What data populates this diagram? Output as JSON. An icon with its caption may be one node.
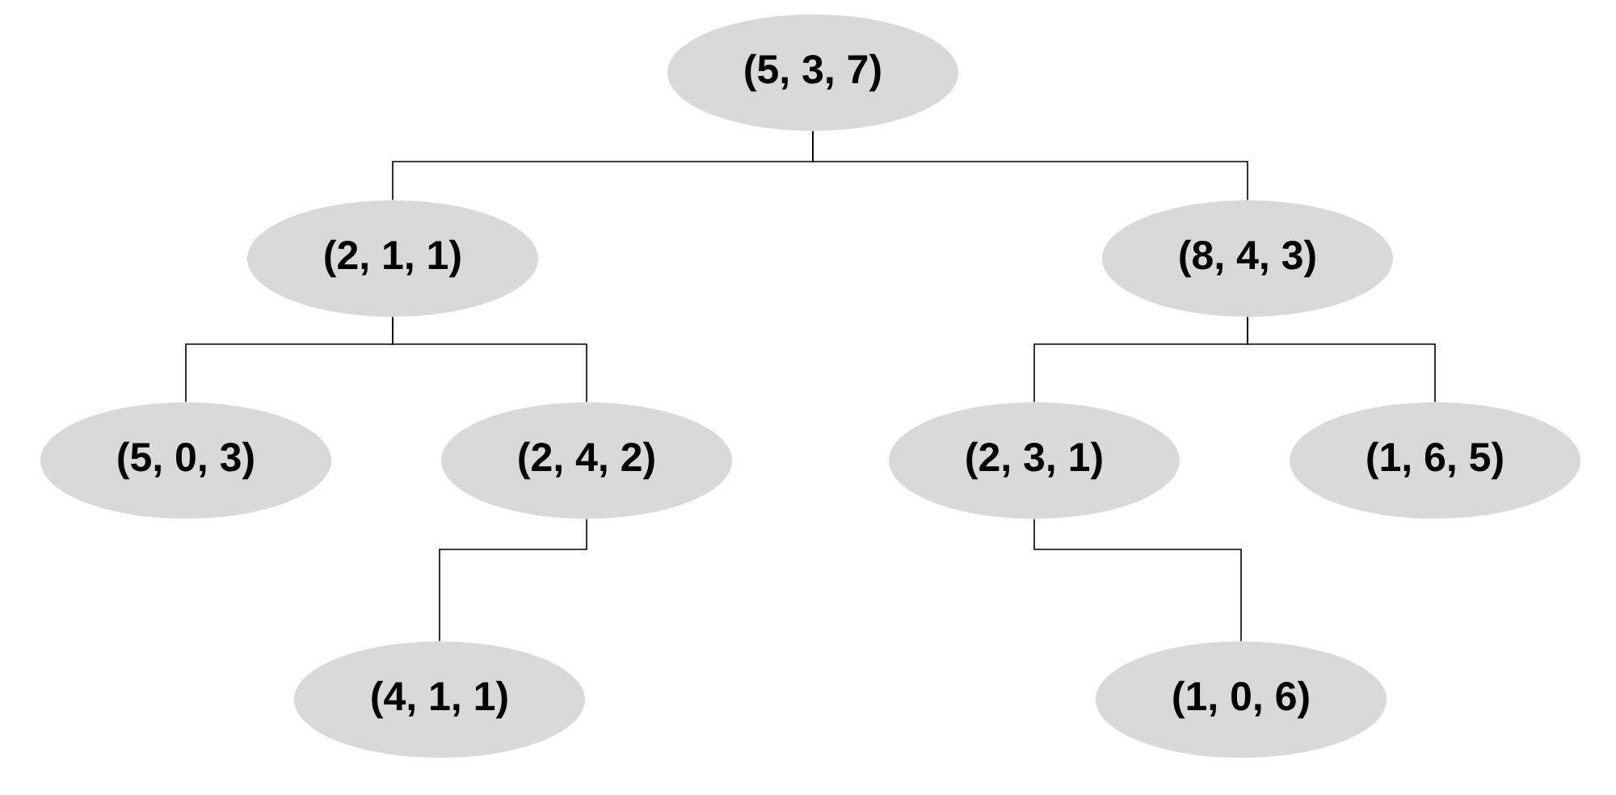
{
  "diagram": {
    "nodes": [
      {
        "text": [
          "(5, 3, 7)"
        ]
      },
      {
        "text": [
          "(2, 1, 1)"
        ]
      },
      {
        "text": [
          "(8, 4, 3)"
        ]
      },
      {
        "text": [
          "(5, 0, 3)"
        ]
      },
      {
        "text": [
          "(2, 4, 2)"
        ]
      },
      {
        "text": [
          "(2, 3, 1)"
        ]
      },
      {
        "text": [
          "(1, 6, 5)"
        ]
      },
      {
        "text": [
          "(4, 1, 1)"
        ]
      },
      {
        "text": [
          "(1, 0, 6)"
        ]
      }
    ],
    "edges": [
      {
        "from": 0,
        "to": 1,
        "arrow": "none"
      },
      {
        "from": 0,
        "to": 2,
        "arrow": "none"
      },
      {
        "from": 1,
        "to": 3,
        "arrow": "none"
      },
      {
        "from": 1,
        "to": 4,
        "arrow": "none"
      },
      {
        "from": 2,
        "to": 5,
        "arrow": "none"
      },
      {
        "from": 2,
        "to": 6,
        "arrow": "none"
      },
      {
        "from": 4,
        "to": 7,
        "arrow": "none"
      },
      {
        "from": 5,
        "to": 8,
        "arrow": "none"
      }
    ]
  }
}
